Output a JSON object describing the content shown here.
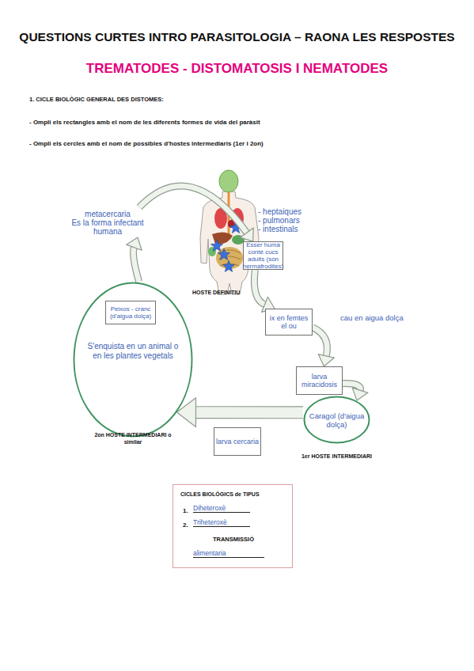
{
  "diagram": {
    "title": "QUESTIONS CURTES INTRO PARASITOLOGIA – RAONA LES RESPOSTES",
    "nodes": [
      {
        "text": [
          "metacercaria",
          "Es la forma infectant humana"
        ]
      },
      {
        "text": [
          "Esser humà conté cucs adults (són hermafrodites)"
        ]
      },
      {
        "text": [
          "ix en femtes el ou"
        ]
      },
      {
        "text": [
          "larva miracidosis"
        ]
      },
      {
        "text": [
          "S'enquista en un animal o en les plantes vegetals",
          "2on HOSTE INTERMEDIARI o similar"
        ]
      },
      {
        "text": [
          "Peixos - cranc (d'aigua dolça)"
        ],
        "in": 4
      },
      {
        "text": [
          "Caragol (d'aigua dolça)",
          "1er HOSTE INTERMEDIARI"
        ]
      },
      {
        "text": [
          "larva cercaria"
        ]
      },
      {
        "text": [
          "CICLES BIOLÒGICS de TIPUS",
          "1.",
          "Diheteroxè",
          "2.",
          "Triheteroxè",
          "TRANSMISSIÓ",
          "alimentaria"
        ]
      }
    ],
    "edges": [
      {
        "from": 4,
        "to": 0,
        "arrow": "to"
      },
      {
        "from": 0,
        "to": 1,
        "arrow": "to"
      },
      {
        "from": 1,
        "to": 2,
        "arrow": "to"
      },
      {
        "from": 2,
        "to": 3,
        "label": "cau en aigua dolça",
        "arrow": "to"
      },
      {
        "from": 3,
        "to": 6,
        "arrow": "to"
      },
      {
        "from": 6,
        "to": 4,
        "arrow": "to"
      }
    ],
    "labels": [
      "TREMATODES - DISTOMATOSIS I NEMATODES",
      "1. CICLE BIOLÒGIC GENERAL DES DISTOMES:",
      "- Ompli els rectangles amb el nom de les diferents formes de vida del paràsit",
      "- Ompli els cercles amb el nom de possibles d'hostes intermediaris (1er i 2on)",
      "- heptaiques",
      "- pulmonars",
      "- intestinals",
      "HOSTE DEFINITIU"
    ]
  }
}
